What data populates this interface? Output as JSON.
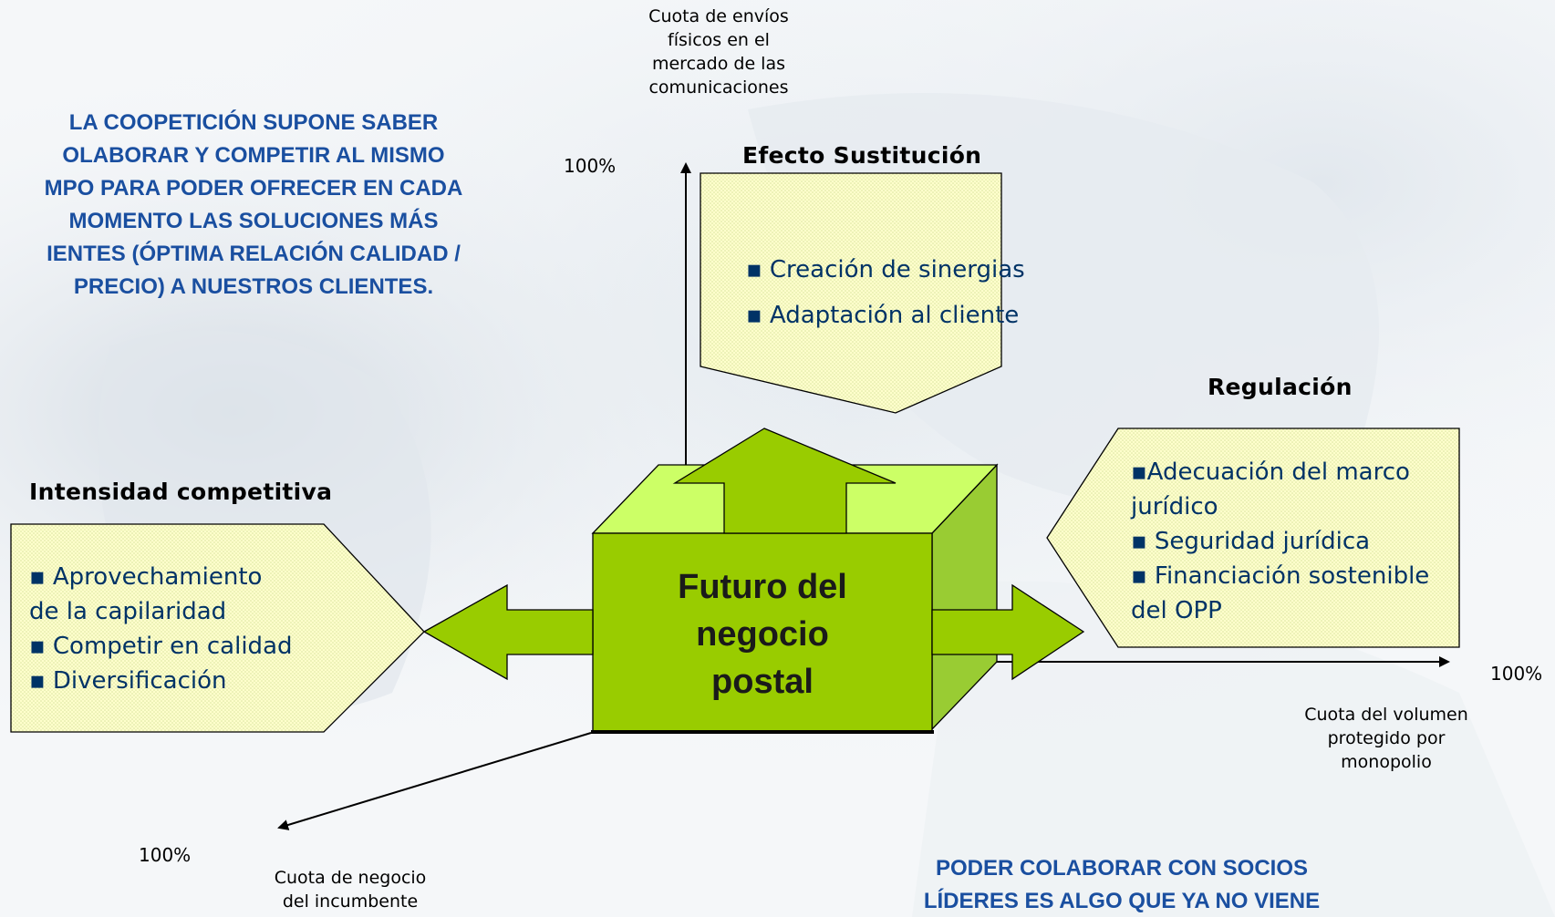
{
  "colors": {
    "box_front": "#99cc00",
    "box_top": "#ccff66",
    "box_side": "#99cc33",
    "arrow_fill": "#99cc00",
    "callout_fill": "#ffffcc",
    "blue_text": "#1a4fa0"
  },
  "intro_text": [
    "LA COOPETICIÓN SUPONE SABER",
    "OLABORAR  Y COMPETIR AL MISMO",
    "MPO PARA PODER OFRECER EN CADA",
    "MOMENTO LAS SOLUCIONES MÁS",
    "IENTES (ÓPTIMA RELACIÓN CALIDAD /",
    "PRECIO) A NUESTROS CLIENTES."
  ],
  "bottom_text": [
    "PODER COLABORAR CON SOCIOS",
    "LÍDERES ES ALGO QUE YA NO VIENE"
  ],
  "center_title": [
    "Futuro del",
    "negocio",
    "postal"
  ],
  "axes": {
    "vertical": {
      "label": [
        "Cuota de envíos",
        "físicos en el",
        "mercado de las",
        "comunicaciones"
      ],
      "max": "100%"
    },
    "horizontal": {
      "label": [
        "Cuota del volumen",
        "protegido por",
        "monopolio"
      ],
      "max": "100%"
    },
    "diagonal": {
      "label": [
        "Cuota de negocio",
        "del incumbente"
      ],
      "max": "100%"
    }
  },
  "sections": {
    "top": {
      "heading": "Efecto Sustitución",
      "items": [
        "▪ Creación de sinergias",
        "▪ Adaptación al cliente"
      ]
    },
    "right": {
      "heading": "Regulación",
      "items": [
        "▪Adecuación del marco",
        "jurídico",
        "▪ Seguridad jurídica",
        "▪ Financiación sostenible",
        "del OPP"
      ]
    },
    "left": {
      "heading": "Intensidad competitiva",
      "items": [
        "▪ Aprovechamiento",
        "de la capilaridad",
        "▪ Competir en calidad",
        "▪ Diversificación"
      ]
    }
  }
}
